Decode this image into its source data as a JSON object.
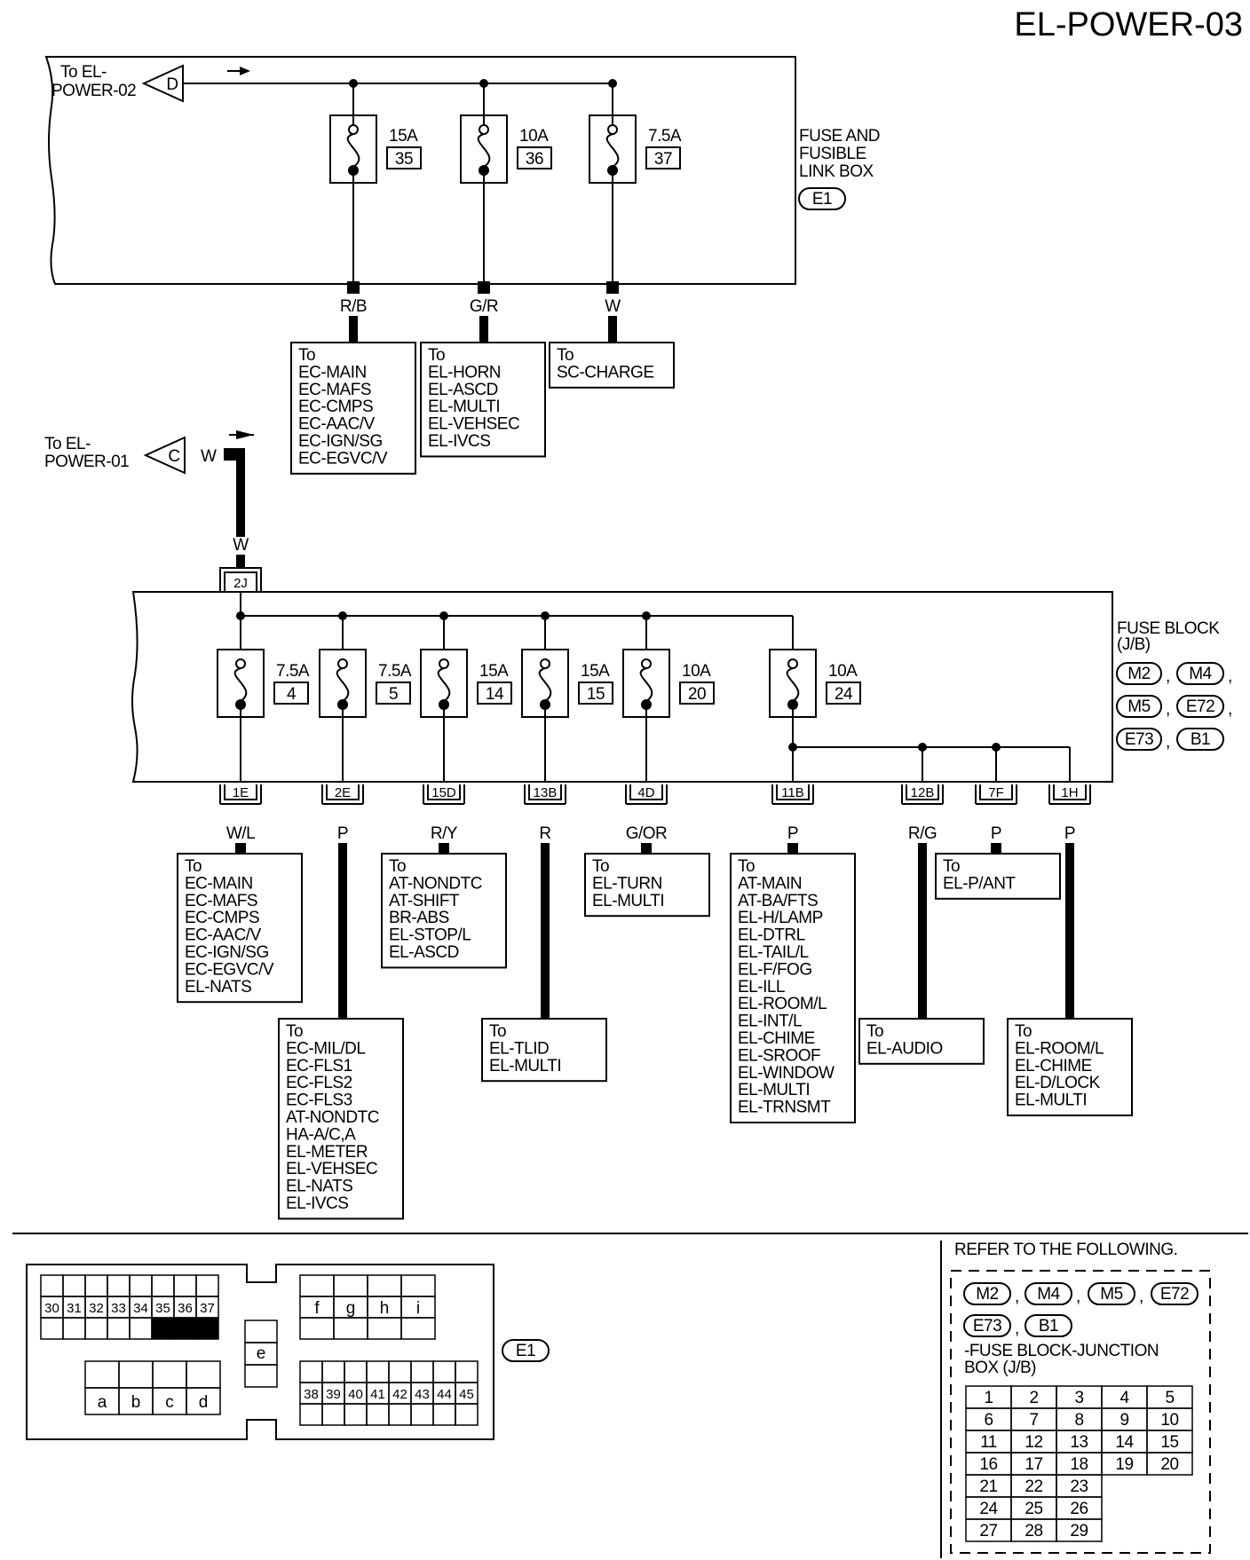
{
  "title": "EL-POWER-03",
  "fuse_link_box": {
    "label": [
      "FUSE AND",
      "FUSIBLE",
      "LINK BOX"
    ],
    "connector": "E1",
    "input": {
      "text": [
        "To EL-",
        "POWER-02"
      ],
      "symbol": "D"
    },
    "fuses": [
      {
        "amp": "15A",
        "num": "35",
        "wire": "R/B",
        "dest": [
          "To",
          "EC-MAIN",
          "EC-MAFS",
          "EC-CMPS",
          "EC-AAC/V",
          "EC-IGN/SG",
          "EC-EGVC/V"
        ]
      },
      {
        "amp": "10A",
        "num": "36",
        "wire": "G/R",
        "dest": [
          "To",
          "EL-HORN",
          "EL-ASCD",
          "EL-MULTI",
          "EL-VEHSEC",
          "EL-IVCS"
        ]
      },
      {
        "amp": "7.5A",
        "num": "37",
        "wire": "W",
        "dest": [
          "To",
          "SC-CHARGE"
        ]
      }
    ]
  },
  "feed": {
    "text": [
      "To EL-",
      "POWER-01"
    ],
    "symbol": "C",
    "wire_a": "W",
    "wire_b": "W",
    "connector": "2J"
  },
  "fuse_block": {
    "label": [
      "FUSE BLOCK",
      "(J/B)"
    ],
    "connectors": [
      "M2",
      "M4",
      "M5",
      "E72",
      "E73",
      "B1"
    ],
    "fuses": [
      {
        "amp": "7.5A",
        "num": "4",
        "conn": "1E",
        "wire": "W/L",
        "dest": [
          "To",
          "EC-MAIN",
          "EC-MAFS",
          "EC-CMPS",
          "EC-AAC/V",
          "EC-IGN/SG",
          "EC-EGVC/V",
          "EL-NATS"
        ]
      },
      {
        "amp": "7.5A",
        "num": "5",
        "conn": "2E",
        "wire": "P",
        "dest": [
          "To",
          "EC-MIL/DL",
          "EC-FLS1",
          "EC-FLS2",
          "EC-FLS3",
          "AT-NONDTC",
          "HA-A/C,A",
          "EL-METER",
          "EL-VEHSEC",
          "EL-NATS",
          "EL-IVCS"
        ]
      },
      {
        "amp": "15A",
        "num": "14",
        "conn": "15D",
        "wire": "R/Y",
        "dest": [
          "To",
          "AT-NONDTC",
          "AT-SHIFT",
          "BR-ABS",
          "EL-STOP/L",
          "EL-ASCD"
        ]
      },
      {
        "amp": "15A",
        "num": "15",
        "conn": "13B",
        "wire": "R",
        "dest": [
          "To",
          "EL-TLID",
          "EL-MULTI"
        ]
      },
      {
        "amp": "10A",
        "num": "20",
        "conn": "4D",
        "wire": "G/OR",
        "dest": [
          "To",
          "EL-TURN",
          "EL-MULTI"
        ]
      },
      {
        "amp": "10A",
        "num": "24",
        "conn": "11B",
        "wire": "P",
        "dest": [
          "To",
          "AT-MAIN",
          "AT-BA/FTS",
          "EL-H/LAMP",
          "EL-DTRL",
          "EL-TAIL/L",
          "EL-F/FOG",
          "EL-ILL",
          "EL-ROOM/L",
          "EL-INT/L",
          "EL-CHIME",
          "EL-SROOF",
          "EL-WINDOW",
          "EL-MULTI",
          "EL-TRNSMT"
        ]
      }
    ],
    "branches": [
      {
        "conn": "12B",
        "wire": "R/G",
        "dest": [
          "To",
          "EL-AUDIO"
        ]
      },
      {
        "conn": "7F",
        "wire": "P",
        "dest": [
          "To",
          "EL-P/ANT"
        ]
      },
      {
        "conn": "1H",
        "wire": "P",
        "dest": [
          "To",
          "EL-ROOM/L",
          "EL-CHIME",
          "EL-D/LOCK",
          "EL-MULTI"
        ]
      }
    ]
  },
  "e1_connector": {
    "id": "E1",
    "top_row": [
      "30",
      "31",
      "32",
      "33",
      "34",
      "35",
      "36",
      "37"
    ],
    "top_row_filled": [
      "35",
      "36",
      "37"
    ],
    "mid_row": [
      "a",
      "b",
      "c",
      "d"
    ],
    "center": "e",
    "right_top": [
      "f",
      "g",
      "h",
      "i"
    ],
    "right_bottom": [
      "38",
      "39",
      "40",
      "41",
      "42",
      "43",
      "44",
      "45"
    ]
  },
  "refer": {
    "heading": "REFER TO THE FOLLOWING.",
    "connectors": [
      "M2",
      "M4",
      "M5",
      "E72",
      "E73",
      "B1"
    ],
    "caption": [
      "-FUSE BLOCK-JUNCTION",
      "BOX (J/B)"
    ],
    "grid": [
      [
        "1",
        "2",
        "3",
        "4",
        "5"
      ],
      [
        "6",
        "7",
        "8",
        "9",
        "10"
      ],
      [
        "11",
        "12",
        "13",
        "14",
        "15"
      ],
      [
        "16",
        "17",
        "18",
        "19",
        "20"
      ],
      [
        "21",
        "22",
        "23"
      ],
      [
        "24",
        "25",
        "26"
      ],
      [
        "27",
        "28",
        "29"
      ]
    ]
  }
}
